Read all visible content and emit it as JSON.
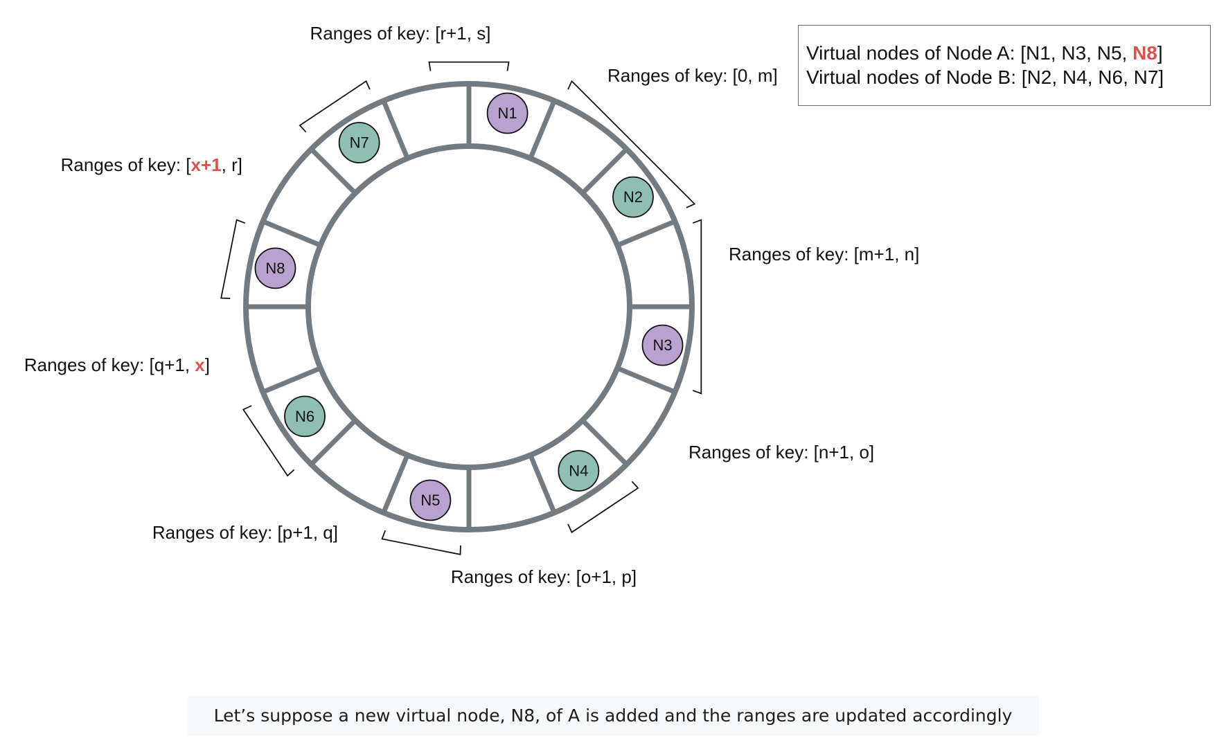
{
  "ring": {
    "nodes": [
      {
        "id": "N1",
        "owner": "A",
        "color": "#b9a2cf"
      },
      {
        "id": "N2",
        "owner": "B",
        "color": "#8fbfb2"
      },
      {
        "id": "N3",
        "owner": "A",
        "color": "#b9a2cf"
      },
      {
        "id": "N4",
        "owner": "B",
        "color": "#8fbfb2"
      },
      {
        "id": "N5",
        "owner": "A",
        "color": "#b9a2cf"
      },
      {
        "id": "N6",
        "owner": "B",
        "color": "#8fbfb2"
      },
      {
        "id": "N8",
        "owner": "A",
        "color": "#b9a2cf"
      },
      {
        "id": "N7",
        "owner": "B",
        "color": "#8fbfb2"
      }
    ],
    "ring_color": "#737b82"
  },
  "ranges": [
    {
      "prefix": "Ranges of key: [",
      "lo": "0",
      "lo_hl": false,
      "sep": ", ",
      "hi": "m",
      "hi_hl": false,
      "suffix": "]"
    },
    {
      "prefix": "Ranges of key: [",
      "lo": "m+1",
      "lo_hl": false,
      "sep": ", ",
      "hi": "n",
      "hi_hl": false,
      "suffix": "]"
    },
    {
      "prefix": "Ranges of key: [",
      "lo": "n+1",
      "lo_hl": false,
      "sep": ", ",
      "hi": "o",
      "hi_hl": false,
      "suffix": "]"
    },
    {
      "prefix": "Ranges of key: [",
      "lo": "o+1",
      "lo_hl": false,
      "sep": ", ",
      "hi": "p",
      "hi_hl": false,
      "suffix": "]"
    },
    {
      "prefix": "Ranges of key: [",
      "lo": "p+1",
      "lo_hl": false,
      "sep": ", ",
      "hi": "q",
      "hi_hl": false,
      "suffix": "]"
    },
    {
      "prefix": "Ranges of key: [",
      "lo": "q+1",
      "lo_hl": false,
      "sep": ", ",
      "hi": "x",
      "hi_hl": true,
      "suffix": "]"
    },
    {
      "prefix": "Ranges of key: [",
      "lo": "x+1",
      "lo_hl": true,
      "sep": ", ",
      "hi": "r",
      "hi_hl": false,
      "suffix": "]"
    },
    {
      "prefix": "Ranges of key: [",
      "lo": "r+1",
      "lo_hl": false,
      "sep": ", ",
      "hi": "s",
      "hi_hl": false,
      "suffix": "]"
    }
  ],
  "legend": {
    "node_a": {
      "prefix": "Virtual nodes of Node A: [N1, N3, N5, ",
      "new_node": "N8",
      "suffix": "]"
    },
    "node_b": {
      "text": "Virtual nodes of Node B: [N2, N4, N6, N7]"
    }
  },
  "highlight_color": "#d9534f",
  "caption": "Let’s suppose a new virtual node, N8, of A is added and the ranges are updated accordingly"
}
